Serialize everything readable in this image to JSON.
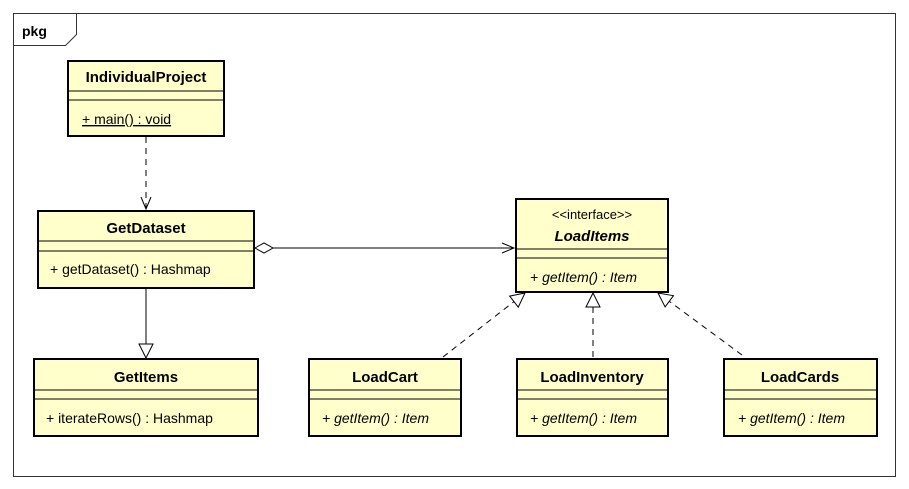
{
  "package": {
    "label": "pkg"
  },
  "classes": {
    "individual_project": {
      "name": "IndividualProject",
      "operation": "+ main() : void"
    },
    "get_dataset": {
      "name": "GetDataset",
      "operation": "+ getDataset() : Hashmap"
    },
    "load_items": {
      "stereotype": "<<interface>>",
      "name": "LoadItems",
      "operation": "+ getItem() : Item"
    },
    "get_items": {
      "name": "GetItems",
      "operation": "+ iterateRows() : Hashmap"
    },
    "load_cart": {
      "name": "LoadCart",
      "operation": "+ getItem() : Item"
    },
    "load_inventory": {
      "name": "LoadInventory",
      "operation": "+ getItem() : Item"
    },
    "load_cards": {
      "name": "LoadCards",
      "operation": "+ getItem() : Item"
    }
  },
  "colors": {
    "class_fill": "#ffffcc",
    "stroke": "#000000",
    "frame_stroke": "#333333"
  }
}
